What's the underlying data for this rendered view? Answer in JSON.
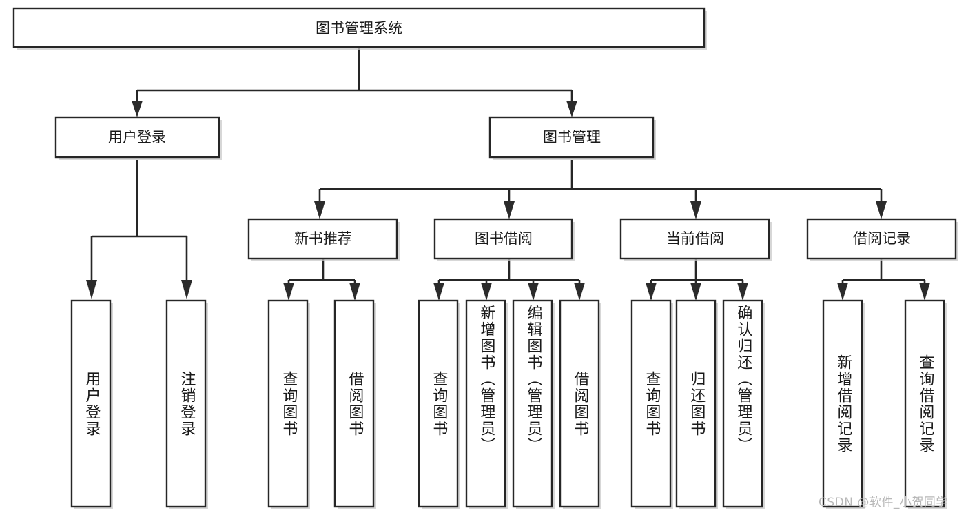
{
  "diagram": {
    "title": "图书管理系统",
    "type": "hierarchy-tree",
    "orientation": "top-down",
    "colors": {
      "box_stroke": "#262626",
      "box_fill": "#ffffff",
      "line": "#262626",
      "text": "#1a1a1a",
      "watermark": "#b8b8b8",
      "background": "#ffffff"
    },
    "root": {
      "label": "图书管理系统"
    },
    "level2": [
      {
        "label": "用户登录"
      },
      {
        "label": "图书管理"
      }
    ],
    "level3": [
      {
        "label": "新书推荐"
      },
      {
        "label": "图书借阅"
      },
      {
        "label": "当前借阅"
      },
      {
        "label": "借阅记录"
      }
    ],
    "leaves": {
      "user_login": [
        {
          "label": "用户登录"
        },
        {
          "label": "注销登录"
        }
      ],
      "new_book_recommend": [
        {
          "label": "查询图书"
        },
        {
          "label": "借阅图书"
        }
      ],
      "book_borrow": [
        {
          "label": "查询图书"
        },
        {
          "label": "新增图书（管理员）"
        },
        {
          "label": "编辑图书（管理员）"
        },
        {
          "label": "借阅图书"
        }
      ],
      "current_borrow": [
        {
          "label": "查询图书"
        },
        {
          "label": "归还图书"
        },
        {
          "label": "确认归还（管理员）"
        }
      ],
      "borrow_record": [
        {
          "label": "新增借阅记录"
        },
        {
          "label": "查询借阅记录"
        }
      ]
    }
  },
  "watermark": {
    "text": "CSDN @软件_小贺同学"
  }
}
